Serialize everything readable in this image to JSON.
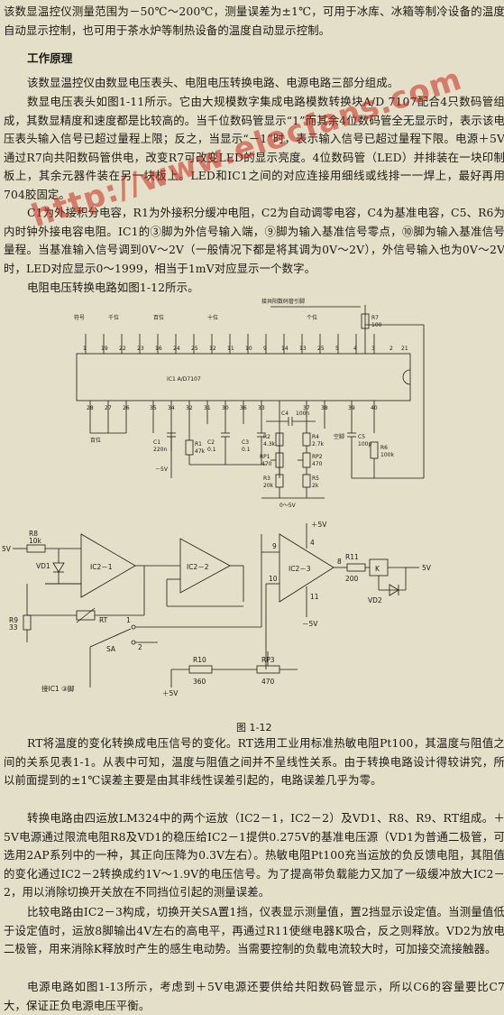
{
  "paragraphs": {
    "intro": "该数显温控仪测量范围为－50℃～200℃，测量误差为±1℃，可用于冰库、冰箱等制冷设备的温度自动显示控制，也可用于茶水炉等制热设备的温度自动显示控制。",
    "heading": "工作原理",
    "p1": "该数显温控仪由数显电压表头、电阻电压转换电路、电源电路三部分组成。",
    "p2": "数显电压表头如图1-11所示。它由大规模数字集成电路模数转换块A/D 7107配合4只数码管组成，其数显精度和速度都是比较高的。当千位数码管显示“1”而其余4位数码管全无显示时，表示该电压表头输入信号已超过量程上限；反之，当显示“－1”时，表示输入信号已超过量程下限。电源＋5V通过R7向共阳数码管供电，改变R7可改变LED的显示亮度。4位数码管（LED）并排装在一块印制板上，其余元器件装在另一块板上。LED和IC1之间的对应连接用细线或线排一一焊上，最好再用704胶固定。",
    "p3": "C1为外接积分电容，R1为外接积分缓冲电阻，C2为自动调零电容，C4为基准电容，C5、R6为内时钟外接电容电阻。IC1的③脚为外信号输入端，⑨脚为输入基准信号零点，⑩脚为输入基准信号量程。当基准输入信号调到0V～2V（一般情况下都是将其调为0V～2V），外信号输入也为0V～2V时，LED对应显示0～1999，相当于1mV对应显示一个数字。",
    "p4": "电阻电压转换电路如图1-12所示。",
    "p5": "RT将温度的变化转换成电压信号的变化。RT选用工业用标准热敏电阻Pt100，其温度与阻值之间的关系见表1-1。从表中可知，温度与阻值之间并不呈线性关系。由于转换电路设计得较讲究，所以前面提到的±1℃误差主要是由其非线性误差引起的，电路误差几乎为零。",
    "p6": "转换电路由四运放LM324中的两个运放（IC2－1，IC2－2）及VD1、R8、R9、RT组成。＋5V电源通过限流电阻R8及VD1的稳压给IC2－1提供0.275V的基准电压源（VD1为普通二极管，可选用2AP系列中的一种，其正向压降为0.3V左右）。热敏电阻Pt100充当运放的负反馈电阻，其阻值的变化通过IC2－2转换成约1V～1.9V的电压信号。为了提高带负载能力又加了一级缓冲放大IC2－2，用以消除切换开关放在不同挡位引起的测量误差。",
    "p7": "比较电路由IC2－3构成，切换开关SA置1挡，仪表显示测量值，置2挡显示设定值。当测量值低于设定值时，运放8脚输出4V左右的高电平，再通过R11使继电器K吸合，反之则释放。VD2为放电二极管，用来消除K释放时产生的感生电动势。当需要控制的负载电流较大时，可加接交流接触器。",
    "p8": "电源电路如图1-13所示，考虑到＋5V电源还要供给共阳数码管显示，所以C6的容量要比C7大，保证正负电源电压平衡。"
  },
  "watermark": "http://www.elecfans.com",
  "figure_caption": "图 1-12",
  "circuit1": {
    "chip": "IC1 A/D7107",
    "top_note": "接共阳数码管引脚",
    "top_groups": [
      "符号",
      "千位",
      "百位",
      "十位",
      "个位"
    ],
    "bottom_label": "百位",
    "r7": "R7",
    "r7_val": "100",
    "c1": "C1",
    "c1_val": "220n",
    "r1": "R1",
    "r1_val": "47k",
    "c2": "C2",
    "c2_val": "0.1",
    "c3": "C3",
    "c3_val": "0.1",
    "c4": "C4",
    "c4_val": "100n",
    "r2": "R2",
    "r2_val": "4.3k",
    "r4": "R4",
    "r4_val": "2.7k",
    "rp1": "RP1",
    "rp1_val": "470",
    "rp2": "RP2",
    "rp2_val": "470",
    "r3": "R3",
    "r3_val": "20k",
    "r5": "R5",
    "r5_val": "2k",
    "c5": "C5",
    "c5_val": "100p",
    "r6": "R6",
    "r6_val": "100k",
    "neg5v": "－5V",
    "zero5v": "0～5V",
    "pin_note": "空脚",
    "pins_top": [
      "1",
      "19",
      "22",
      "23",
      "16",
      "24",
      "25",
      "12",
      "11",
      "10",
      "9",
      "14",
      "13",
      "25",
      "5",
      "4",
      "3",
      "2",
      "21"
    ],
    "pins_bottom": [
      "28",
      "27",
      "26",
      "35",
      "34",
      "32",
      "31",
      "30",
      "36",
      "33",
      "37",
      "38",
      "39",
      "40"
    ]
  },
  "circuit2": {
    "v5_in": "5V",
    "r8": "R8",
    "r8_val": "10k",
    "vd1": "VD1",
    "r9": "R9",
    "r9_val": "33",
    "rt": "RT",
    "ic21": "IC2－1",
    "ic22": "IC2－2",
    "ic23": "IC2－3",
    "sa": "SA",
    "sw1": "1",
    "sw2": "2",
    "r10": "R10",
    "r10_val": "360",
    "rp3": "RP3",
    "rp3_val": "470",
    "plus5v_a": "＋5V",
    "plus5v_b": "＋5V",
    "neg5v": "－5V",
    "r11": "R11",
    "r11_val": "200",
    "k": "K",
    "vd2": "VD2",
    "out5v": "5V",
    "to_ic1": "接IC1 ③脚",
    "p9": "9",
    "p10": "10",
    "p8": "8",
    "p4": "4",
    "p11": "11"
  }
}
